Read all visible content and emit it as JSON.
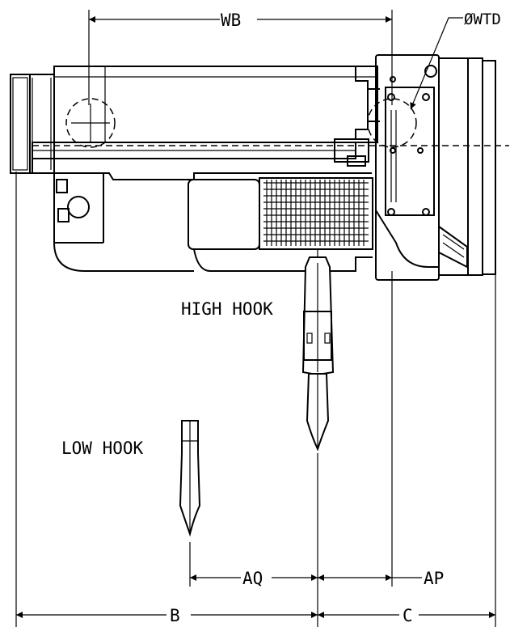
{
  "labels": {
    "wb": "WB",
    "owtd": "ØWTD",
    "high_hook": "HIGH HOOK",
    "low_hook": "LOW HOOK",
    "aq": "AQ",
    "ap": "AP",
    "b": "B",
    "c": "C"
  }
}
